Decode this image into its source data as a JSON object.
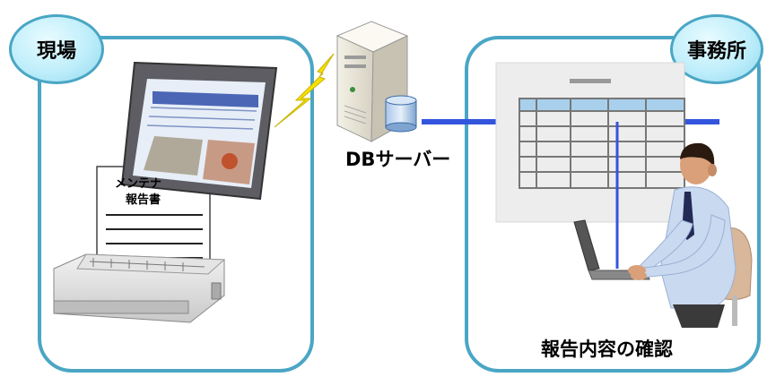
{
  "site": {
    "label": "現場"
  },
  "office": {
    "label": "事務所"
  },
  "server": {
    "label": "DBサーバー"
  },
  "report_sheet": {
    "line1": "メンテナ",
    "line2": "報告書"
  },
  "office_caption": "報告内容の確認",
  "colors": {
    "panel_border": "#4aa6c4",
    "link_line": "#3355dd",
    "lightning": "#f5e000"
  }
}
